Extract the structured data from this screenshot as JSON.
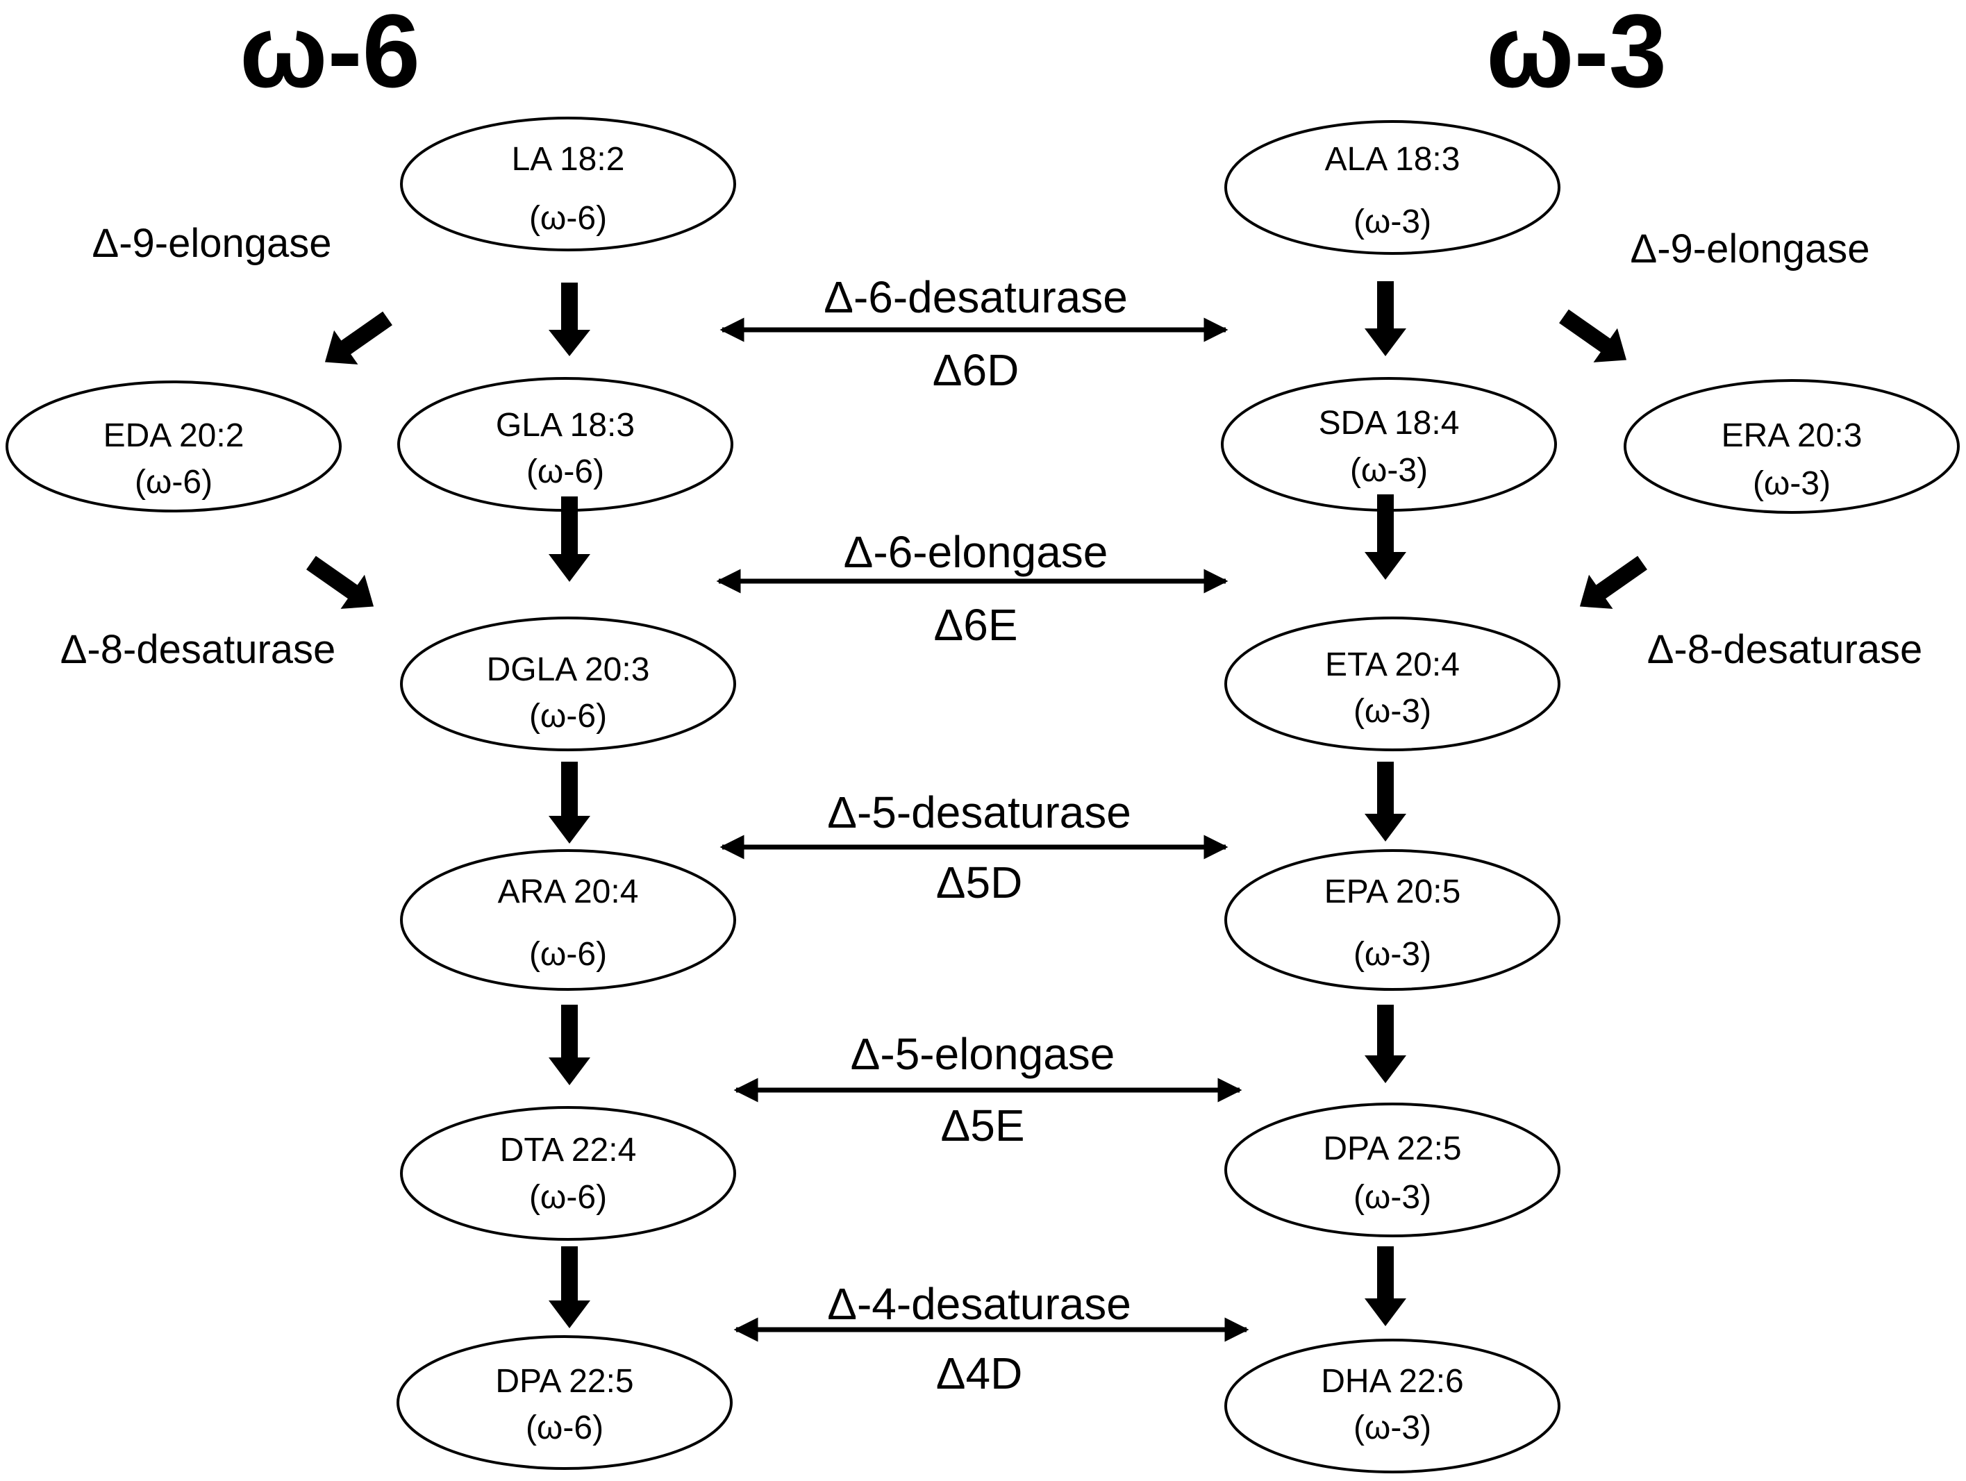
{
  "titles": {
    "omega6": "ω-6",
    "omega3": "ω-3"
  },
  "omega6_nodes": [
    {
      "name": "LA 18:2",
      "family": "(ω-6)"
    },
    {
      "name": "GLA 18:3",
      "family": "(ω-6)"
    },
    {
      "name": "DGLA 20:3",
      "family": "(ω-6)"
    },
    {
      "name": "ARA 20:4",
      "family": "(ω-6)"
    },
    {
      "name": "DTA 22:4",
      "family": "(ω-6)"
    },
    {
      "name": "DPA 22:5",
      "family": "(ω-6)"
    }
  ],
  "omega3_nodes": [
    {
      "name": "ALA 18:3",
      "family": "(ω-3)"
    },
    {
      "name": "SDA 18:4",
      "family": "(ω-3)"
    },
    {
      "name": "ETA 20:4",
      "family": "(ω-3)"
    },
    {
      "name": "EPA 20:5",
      "family": "(ω-3)"
    },
    {
      "name": "DPA 22:5",
      "family": "(ω-3)"
    },
    {
      "name": "DHA 22:6",
      "family": "(ω-3)"
    }
  ],
  "side_nodes": {
    "left": {
      "name": "EDA 20:2",
      "family": "(ω-6)"
    },
    "right": {
      "name": "ERA 20:3",
      "family": "(ω-3)"
    }
  },
  "enzymes": [
    {
      "name": "Δ-6-desaturase",
      "abbr": "Δ6D"
    },
    {
      "name": "Δ-6-elongase",
      "abbr": "Δ6E"
    },
    {
      "name": "Δ-5-desaturase",
      "abbr": "Δ5D"
    },
    {
      "name": "Δ-5-elongase",
      "abbr": "Δ5E"
    },
    {
      "name": "Δ-4-desaturase",
      "abbr": "Δ4D"
    }
  ],
  "side_enzymes": {
    "left_top": "Δ-9-elongase",
    "left_bottom": "Δ-8-desaturase",
    "right_top": "Δ-9-elongase",
    "right_bottom": "Δ-8-desaturase"
  }
}
